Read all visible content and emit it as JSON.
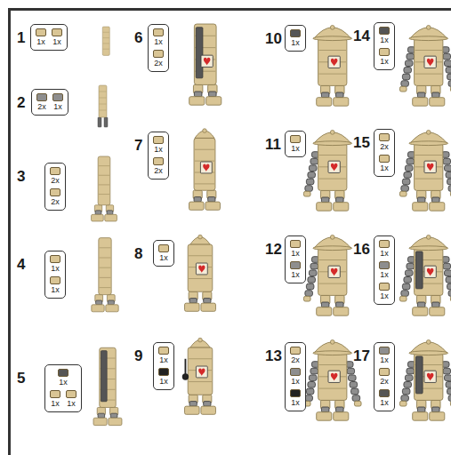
{
  "diagram": {
    "nodes": [
      {
        "text": [
          "1",
          "1x",
          "1x"
        ]
      },
      {
        "text": [
          "2",
          "2x",
          "1x"
        ]
      },
      {
        "text": [
          "3",
          "2x",
          "2x"
        ]
      },
      {
        "text": [
          "4",
          "1x",
          "1x"
        ]
      },
      {
        "text": [
          "5",
          "1x",
          "1x",
          "1x"
        ]
      },
      {
        "text": [
          "6",
          "1x",
          "2x"
        ]
      },
      {
        "text": [
          "7",
          "1x",
          "2x"
        ]
      },
      {
        "text": [
          "8",
          "1x"
        ]
      },
      {
        "text": [
          "9",
          "1x",
          "1x"
        ]
      },
      {
        "text": [
          "10",
          "1x"
        ]
      },
      {
        "text": [
          "11",
          "1x"
        ]
      },
      {
        "text": [
          "12",
          "1x",
          "1x"
        ]
      },
      {
        "text": [
          "13",
          "2x",
          "1x",
          "1x"
        ]
      },
      {
        "text": [
          "14",
          "1x",
          "1x"
        ]
      },
      {
        "text": [
          "15",
          "2x",
          "1x"
        ]
      },
      {
        "text": [
          "16",
          "1x",
          "1x",
          "1x"
        ]
      },
      {
        "text": [
          "17",
          "1x",
          "2x",
          "1x"
        ]
      }
    ]
  }
}
